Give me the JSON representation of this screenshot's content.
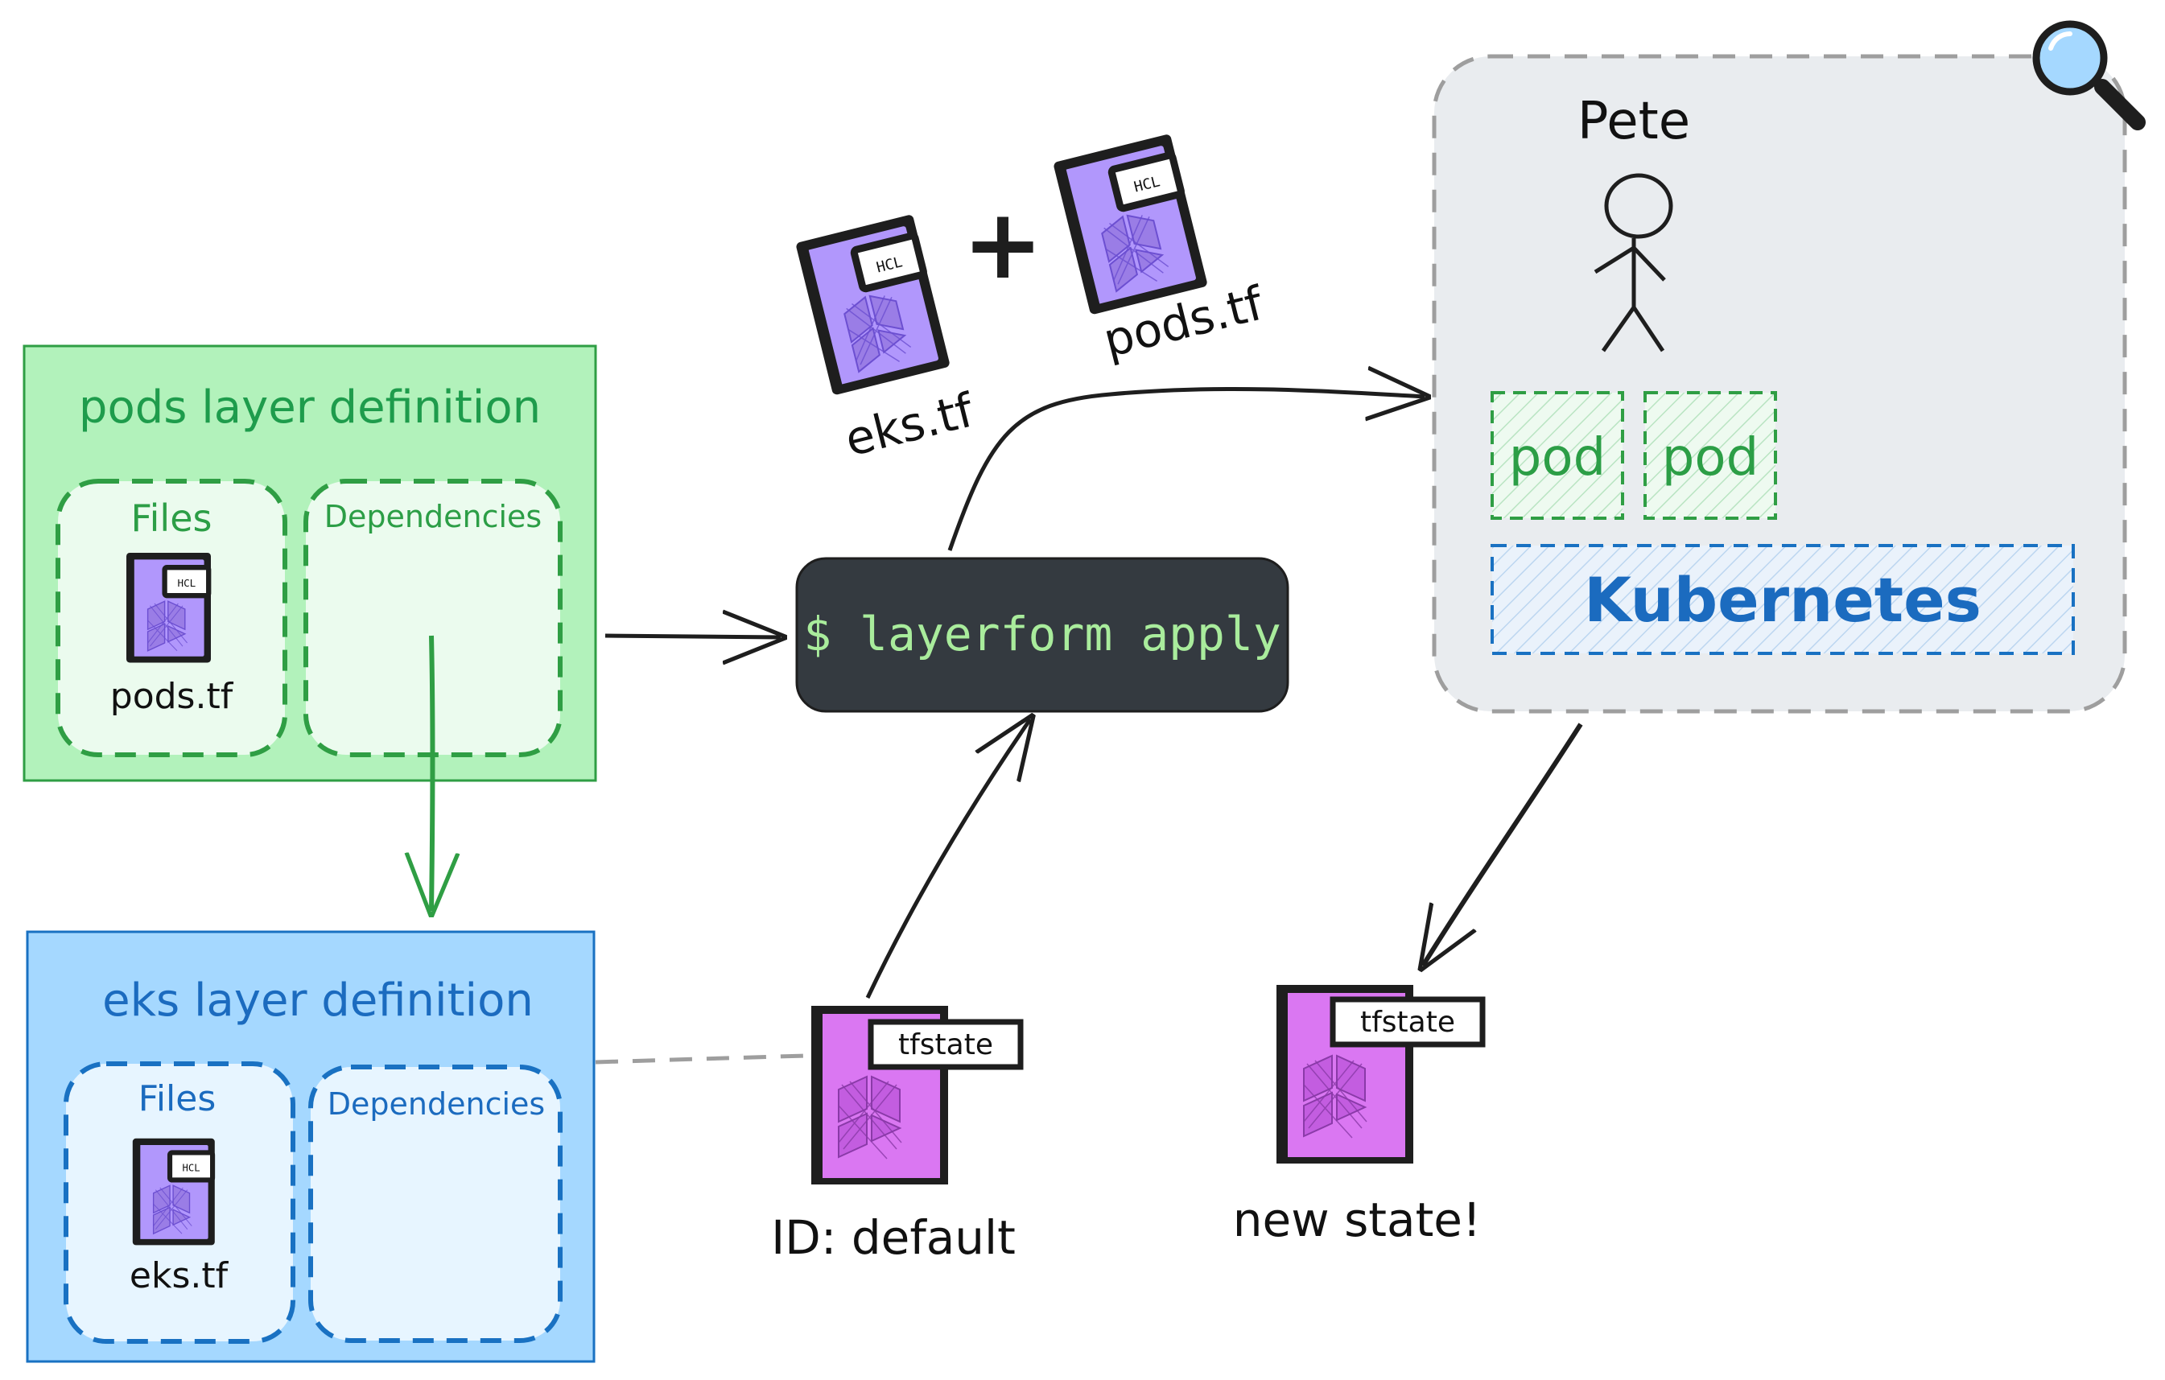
{
  "pods_layer": {
    "title": "pods layer definition",
    "files_label": "Files",
    "dependencies_label": "Dependencies",
    "file_name": "pods.tf",
    "file_badge": "HCL"
  },
  "eks_layer": {
    "title": "eks layer definition",
    "files_label": "Files",
    "dependencies_label": "Dependencies",
    "file_name": "eks.tf",
    "file_badge": "HCL"
  },
  "inputs": {
    "file_a": "eks.tf",
    "file_b": "pods.tf",
    "plus": "+",
    "badge": "HCL"
  },
  "command": {
    "text": "$ layerform apply"
  },
  "state_in": {
    "badge": "tfstate",
    "label": "ID: default"
  },
  "state_out": {
    "badge": "tfstate",
    "label": "new state!"
  },
  "cluster": {
    "user": "Pete",
    "pod_1": "pod",
    "pod_2": "pod",
    "platform": "Kubernetes"
  },
  "colors": {
    "pods_box_fill": "#b2f2bb",
    "pods_box_stroke": "#2f9e44",
    "eks_box_fill": "#a5d8ff",
    "eks_box_stroke": "#1971c2",
    "command_fill": "#343a40",
    "command_text": "#a9ec9c",
    "cluster_fill": "#e9ecef",
    "file_purple": "#b197fc",
    "state_magenta": "#da77f2",
    "magnifier_lens": "#a5d8ff"
  }
}
